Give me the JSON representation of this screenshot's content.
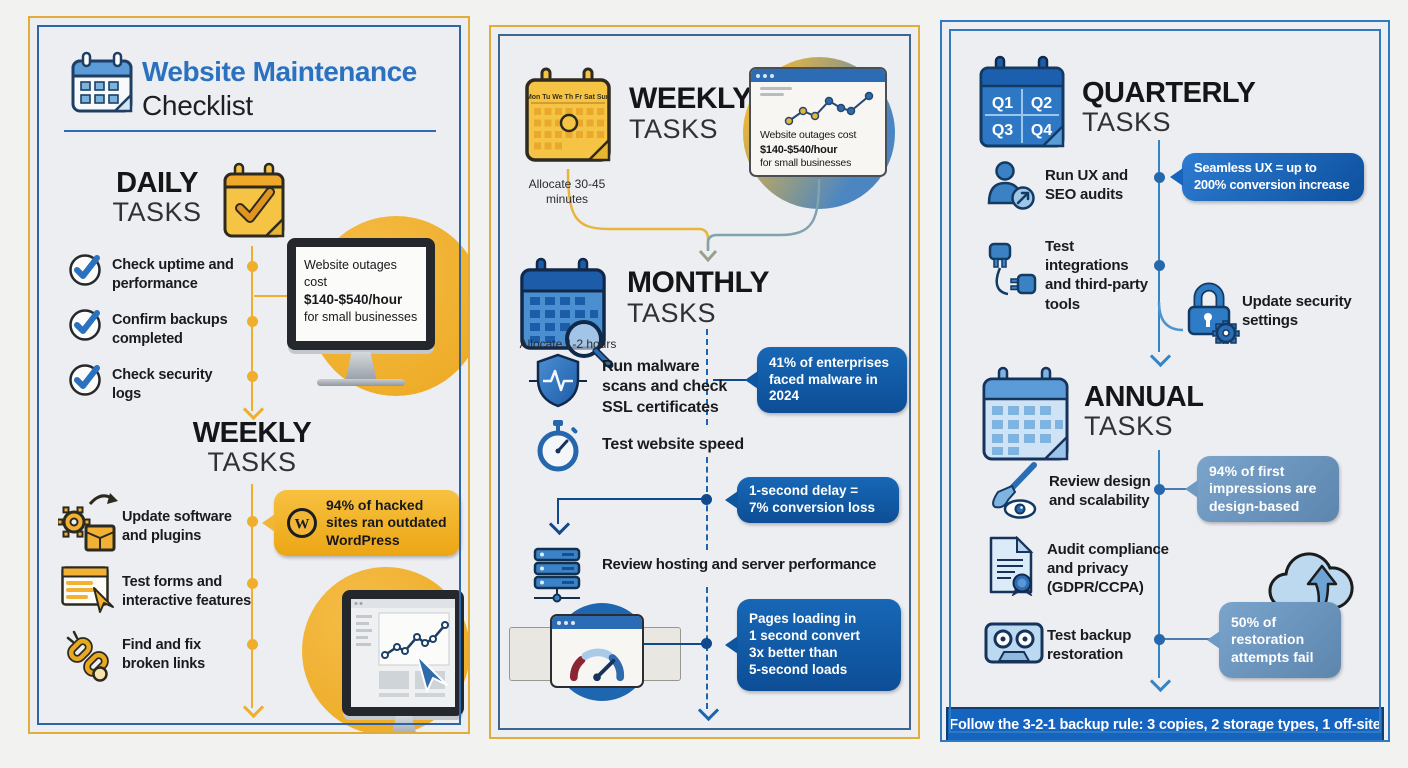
{
  "colors": {
    "page_bg": "#f2f2f0",
    "panel_bg": "#edeef2",
    "gold_border": "#e2ac3a",
    "blue_border": "#2f7ac0",
    "title_blue": "#2a72c0",
    "line_yellow": "#efae2b",
    "line_blue_middle": "#1d63ae",
    "line_blue_right": "#3584c6",
    "deep_callout_blue": "#0f56a0",
    "steel_callout_blue": "#6f9ac4",
    "footer_blue": "#1565c0",
    "accent_yellow": "#f2b135"
  },
  "icons": [
    "title-calendar-icon",
    "daily-calendar-check-icon",
    "circle-check-icon",
    "gear-box-icon",
    "form-cursor-icon",
    "broken-link-icon",
    "wordpress-icon",
    "monitor-icon",
    "dashboard-monitor-icon",
    "weekly-calendar-icon",
    "browser-line-chart-icon",
    "monthly-calendar-magnifier-icon",
    "shield-pulse-icon",
    "stopwatch-icon",
    "server-icon",
    "speedometer-browser-icon",
    "quarterly-calendar-icon",
    "person-audit-icon",
    "plug-icon",
    "lock-gear-icon",
    "annual-calendar-icon",
    "brush-eye-icon",
    "document-seal-icon",
    "cassette-icon",
    "cloud-upload-icon"
  ],
  "left": {
    "title_line1": "Website Maintenance",
    "title_line2": "Checklist",
    "daily_heading1": "DAILY",
    "daily_heading2": "TASKS",
    "daily_items": [
      {
        "label": "Check uptime and\nperformance"
      },
      {
        "label": "Confirm backups\ncompleted"
      },
      {
        "label": "Check security\nlogs"
      }
    ],
    "monitor_note_line1": "Website outages cost",
    "monitor_note_line2": "$140-$540/hour",
    "monitor_note_line3": "for small businesses",
    "weekly_heading1": "WEEKLY",
    "weekly_heading2": "TASKS",
    "weekly_items": [
      {
        "label": "Update software\nand plugins"
      },
      {
        "label": "Test forms and\ninteractive features"
      },
      {
        "label": "Find and fix\nbroken links"
      }
    ],
    "wordpress_callout": "94% of hacked\nsites ran outdated\nWordPress"
  },
  "middle": {
    "weekly_heading1": "WEEKLY",
    "weekly_heading2": "TASKS",
    "weekly_caption": "Allocate 30-45\nminutes",
    "calendar_weekdays": "Mon Tu We Th Fr Sat Sun",
    "browser_note_line1": "Website outages cost",
    "browser_note_line2": "$140-$540/hour",
    "browser_note_line3": "for small businesses",
    "monthly_heading1": "MONTHLY",
    "monthly_heading2": "TASKS",
    "monthly_caption": "Allocate 1-2 hours",
    "items": [
      {
        "label": "Run malware\nscans and check\nSSL certificates"
      },
      {
        "label": "Test website speed"
      },
      {
        "label": "Review hosting and server performance"
      }
    ],
    "callout_malware": "41% of enterprises\nfaced malware in\n2024",
    "callout_delay": "1-second delay =\n7% conversion loss",
    "callout_pages": "Pages loading in\n1 second convert\n3x better than\n5-second loads"
  },
  "right": {
    "quarterly_heading1": "QUARTERLY",
    "quarterly_heading2": "TASKS",
    "q_labels": [
      "Q1",
      "Q2",
      "Q3",
      "Q4"
    ],
    "items": [
      {
        "label": "Run UX and\nSEO audits"
      },
      {
        "label": "Test\nintegrations\nand third-party\ntools"
      },
      {
        "label": "Update security\nsettings"
      },
      {
        "label": "Review design\nand scalability"
      },
      {
        "label": "Audit compliance\nand privacy\n(GDPR/CCPA)"
      },
      {
        "label": "Test backup\nrestoration"
      }
    ],
    "callout_ux": "Seamless UX = up to\n200% conversion increase",
    "annual_heading1": "ANNUAL",
    "annual_heading2": "TASKS",
    "callout_design": "94% of first\nimpressions are\ndesign-based",
    "callout_restore": "50% of\nrestoration\nattempts fail",
    "footer": "Follow the 3-2-1 backup rule: 3 copies, 2 storage types, 1 off-site"
  }
}
